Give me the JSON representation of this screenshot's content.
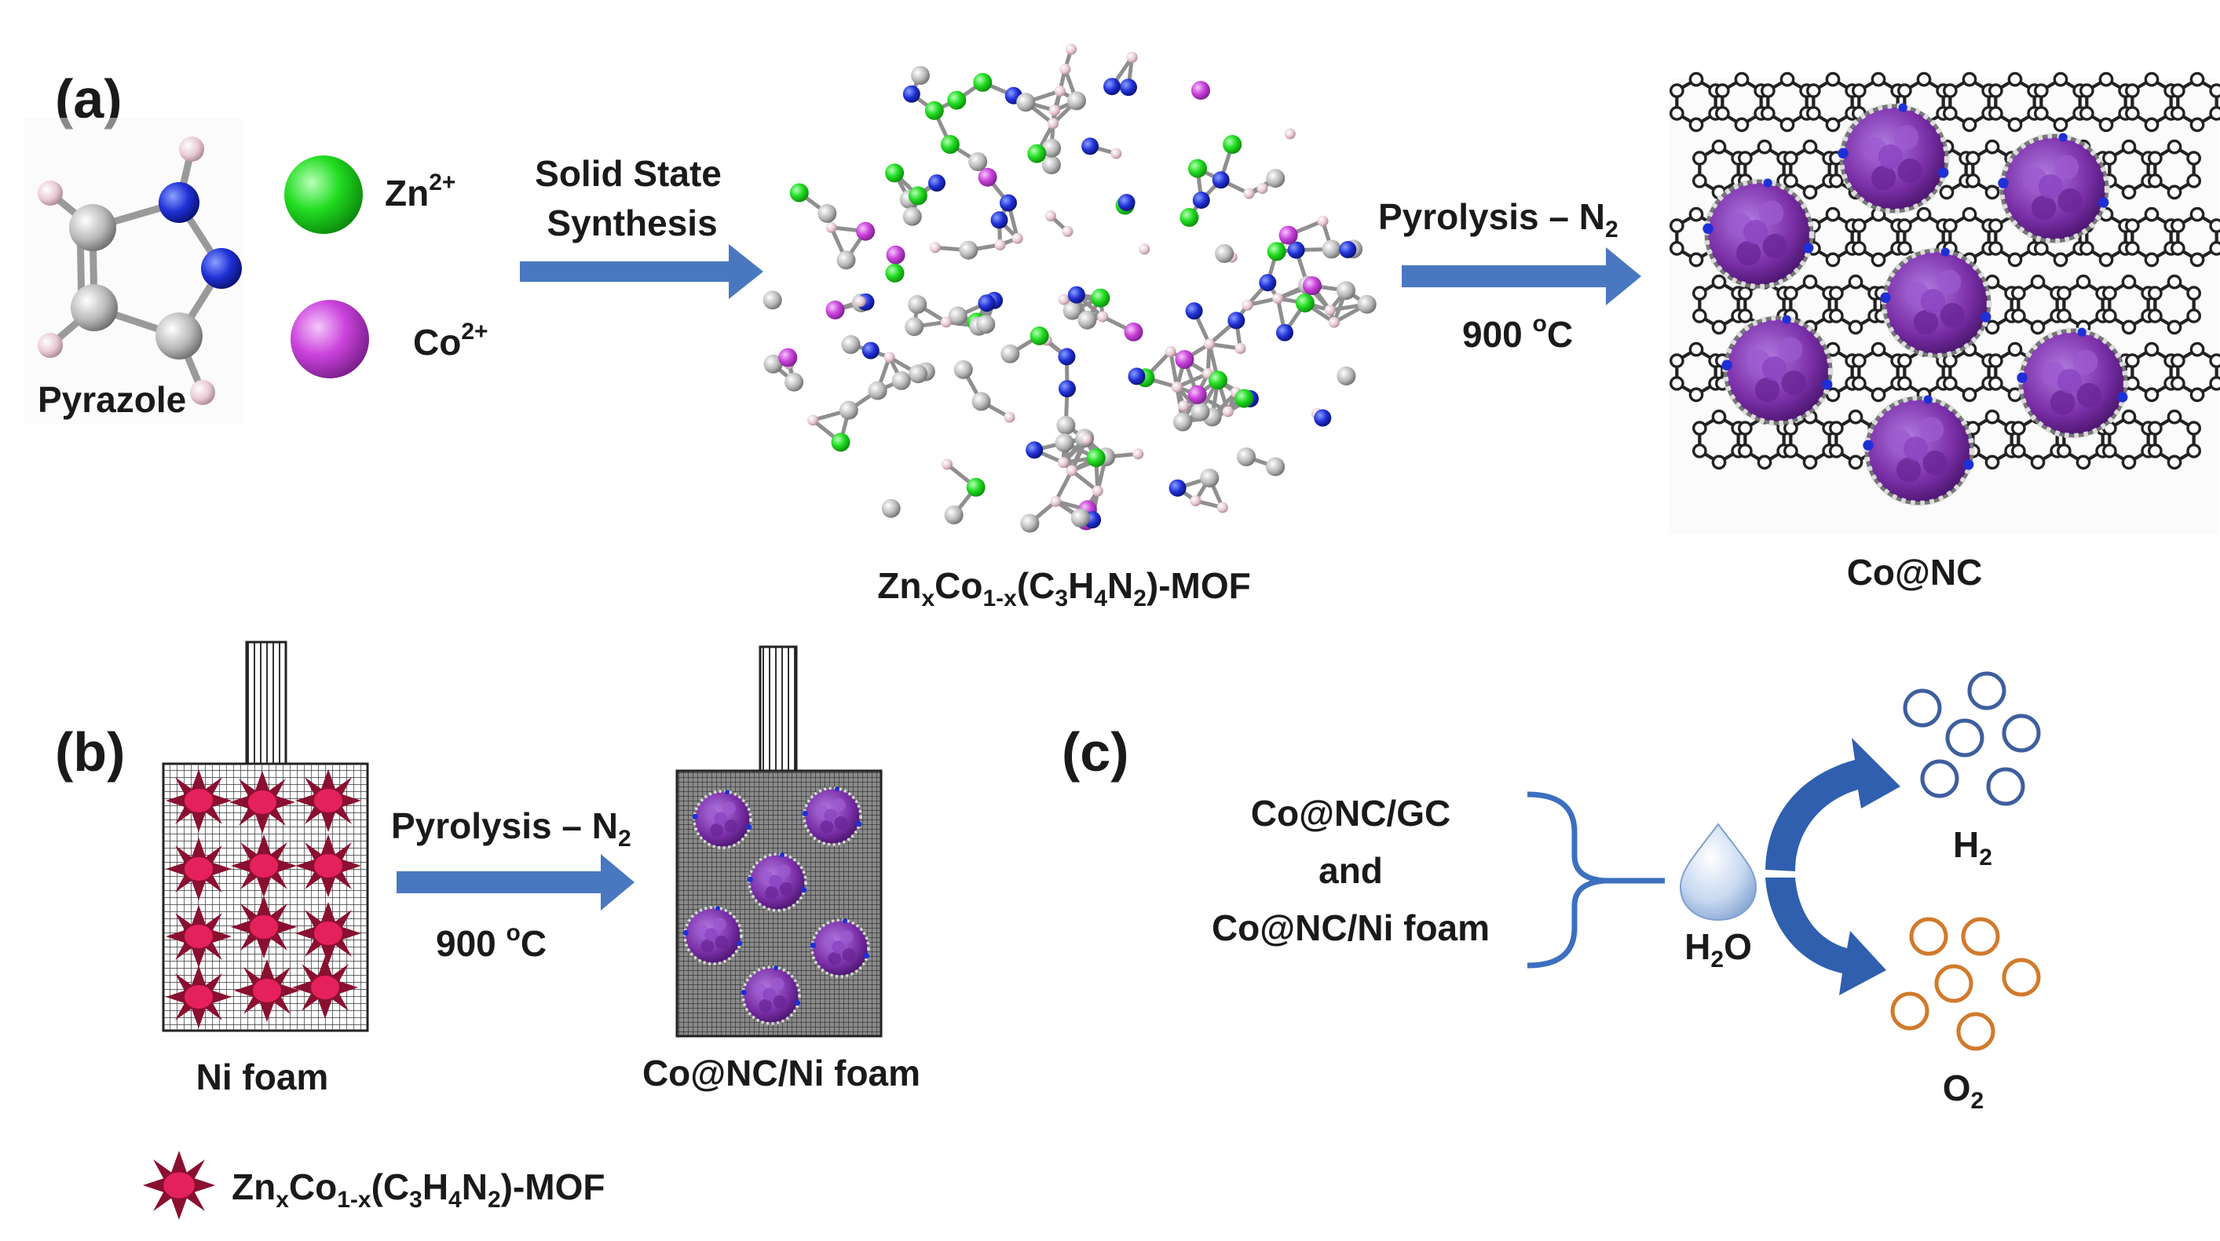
{
  "panels": {
    "a": "(a)",
    "b": "(b)",
    "c": "(c)"
  },
  "pyrazole_label": "Pyrazole",
  "ions": {
    "zn": {
      "base": "Zn",
      "charge": "2+",
      "color": "#22dd22"
    },
    "co": {
      "base": "Co",
      "charge": "2+",
      "color": "#cc44dd"
    }
  },
  "step1": {
    "line1": "Solid State",
    "line2": "Synthesis"
  },
  "step2": {
    "text": "Pyrolysis – N",
    "sub": "2",
    "temp": "900 ",
    "temp_sup": "o",
    "temp_unit": "C"
  },
  "mof_label": {
    "p1": "Zn",
    "s1": "x",
    "p2": "Co",
    "s2": "1-x",
    "p3": "(C",
    "s3": "3",
    "p4": "H",
    "s4": "4",
    "p5": "N",
    "s5": "2",
    "p6": ")-MOF"
  },
  "conc_label": "Co@NC",
  "panel_b": {
    "foam_label": "Ni foam",
    "product_label": "Co@NC/Ni foam",
    "step": {
      "text": "Pyrolysis – N",
      "sub": "2",
      "temp": "900 ",
      "temp_sup": "o",
      "temp_unit": "C"
    }
  },
  "legend": {
    "p1": "Zn",
    "s1": "x",
    "p2": "Co",
    "s2": "1-x",
    "p3": "(C",
    "s3": "3",
    "p4": "H",
    "s4": "4",
    "p5": "N",
    "s5": "2",
    "p6": ")-MOF"
  },
  "panel_c": {
    "line1": "Co@NC/GC",
    "line2": "and",
    "line3": "Co@NC/Ni foam",
    "water": {
      "p1": "H",
      "s1": "2",
      "p2": "O"
    },
    "h2": {
      "p1": "H",
      "s1": "2"
    },
    "o2": {
      "p1": "O",
      "s1": "2"
    }
  },
  "colors": {
    "arrow": "#4a78c0",
    "curved_arrow": "#2f5fae",
    "bracket": "#3d6fc0",
    "h2_bubble": "#3e5f9e",
    "o2_bubble": "#d17a2c",
    "pink_star": "#e4215b",
    "cluster": "#7b2fa8"
  }
}
